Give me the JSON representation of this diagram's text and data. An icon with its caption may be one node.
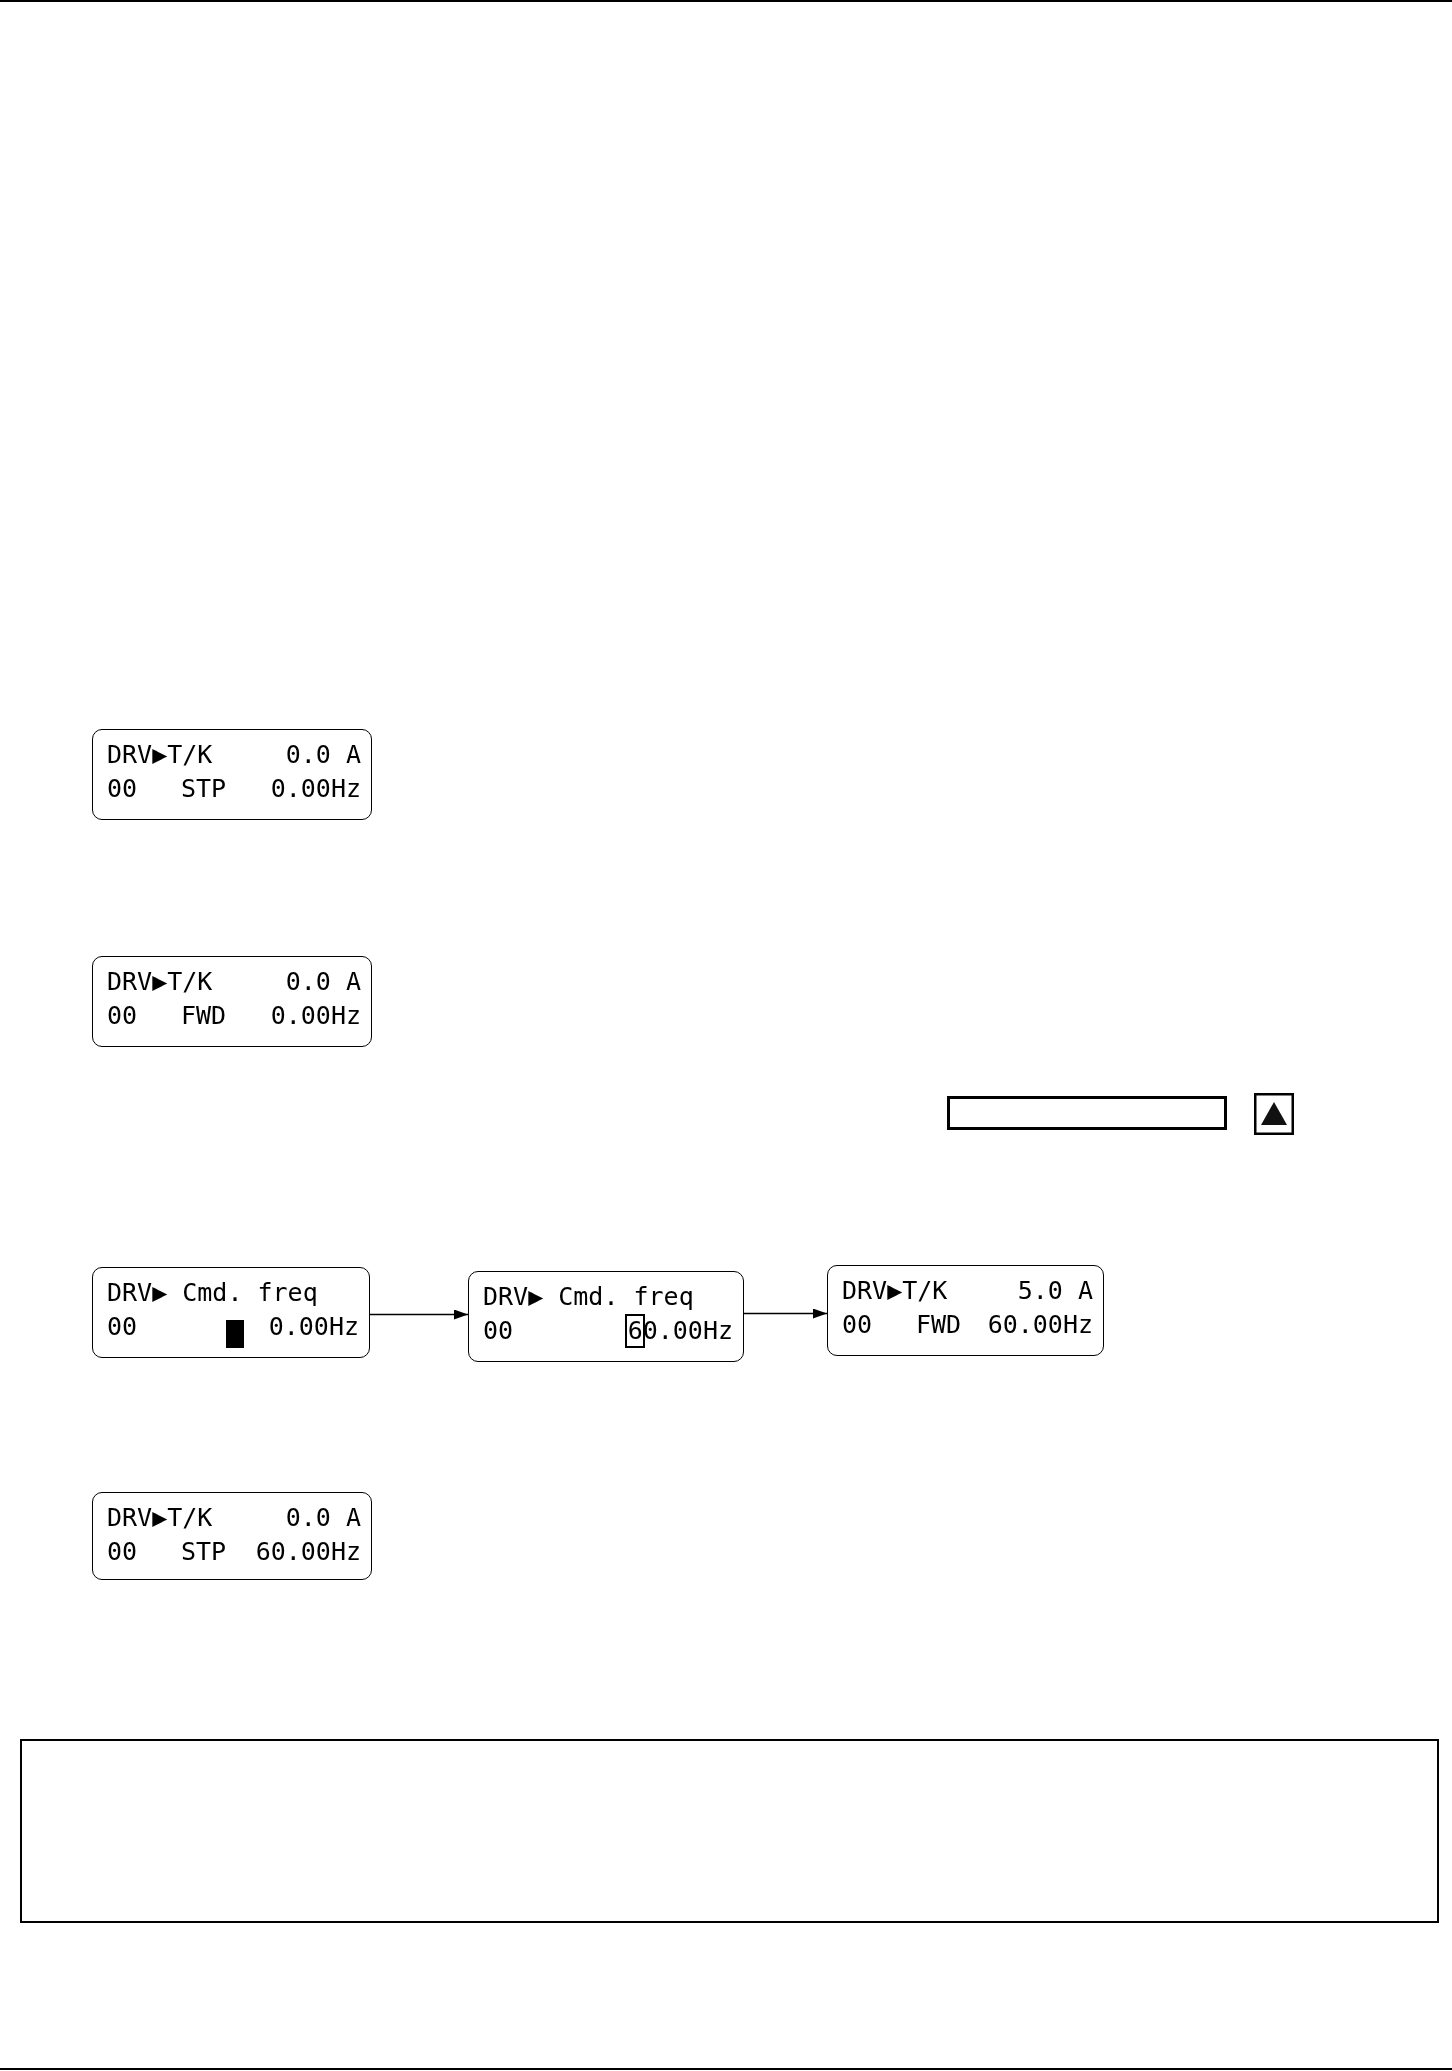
{
  "diagram": {
    "nodes": [
      {
        "text": [
          "DRV▶T/K",
          "0.0 A",
          "00",
          "STP",
          "0.00Hz"
        ]
      },
      {
        "text": [
          "DRV▶T/K",
          "0.0 A",
          "00",
          "FWD",
          "0.00Hz"
        ]
      },
      {
        "text": [],
        "shape": "box"
      },
      {
        "text": [
          "DRV▶ Cmd. freq",
          "00",
          "0.00Hz"
        ]
      },
      {
        "text": [
          "DRV▶ Cmd. freq",
          "00",
          "60.00Hz"
        ]
      },
      {
        "text": [
          "DRV▶T/K",
          "5.0 A",
          "00",
          "FWD",
          "60.00Hz"
        ]
      },
      {
        "text": [
          "DRV▶T/K",
          "0.0 A",
          "00",
          "STP",
          "60.00Hz"
        ]
      },
      {
        "text": [],
        "shape": "box"
      }
    ],
    "edges": [
      {
        "from": 3,
        "to": 4,
        "arrow": "to"
      },
      {
        "from": 4,
        "to": 5,
        "arrow": "to"
      }
    ]
  }
}
